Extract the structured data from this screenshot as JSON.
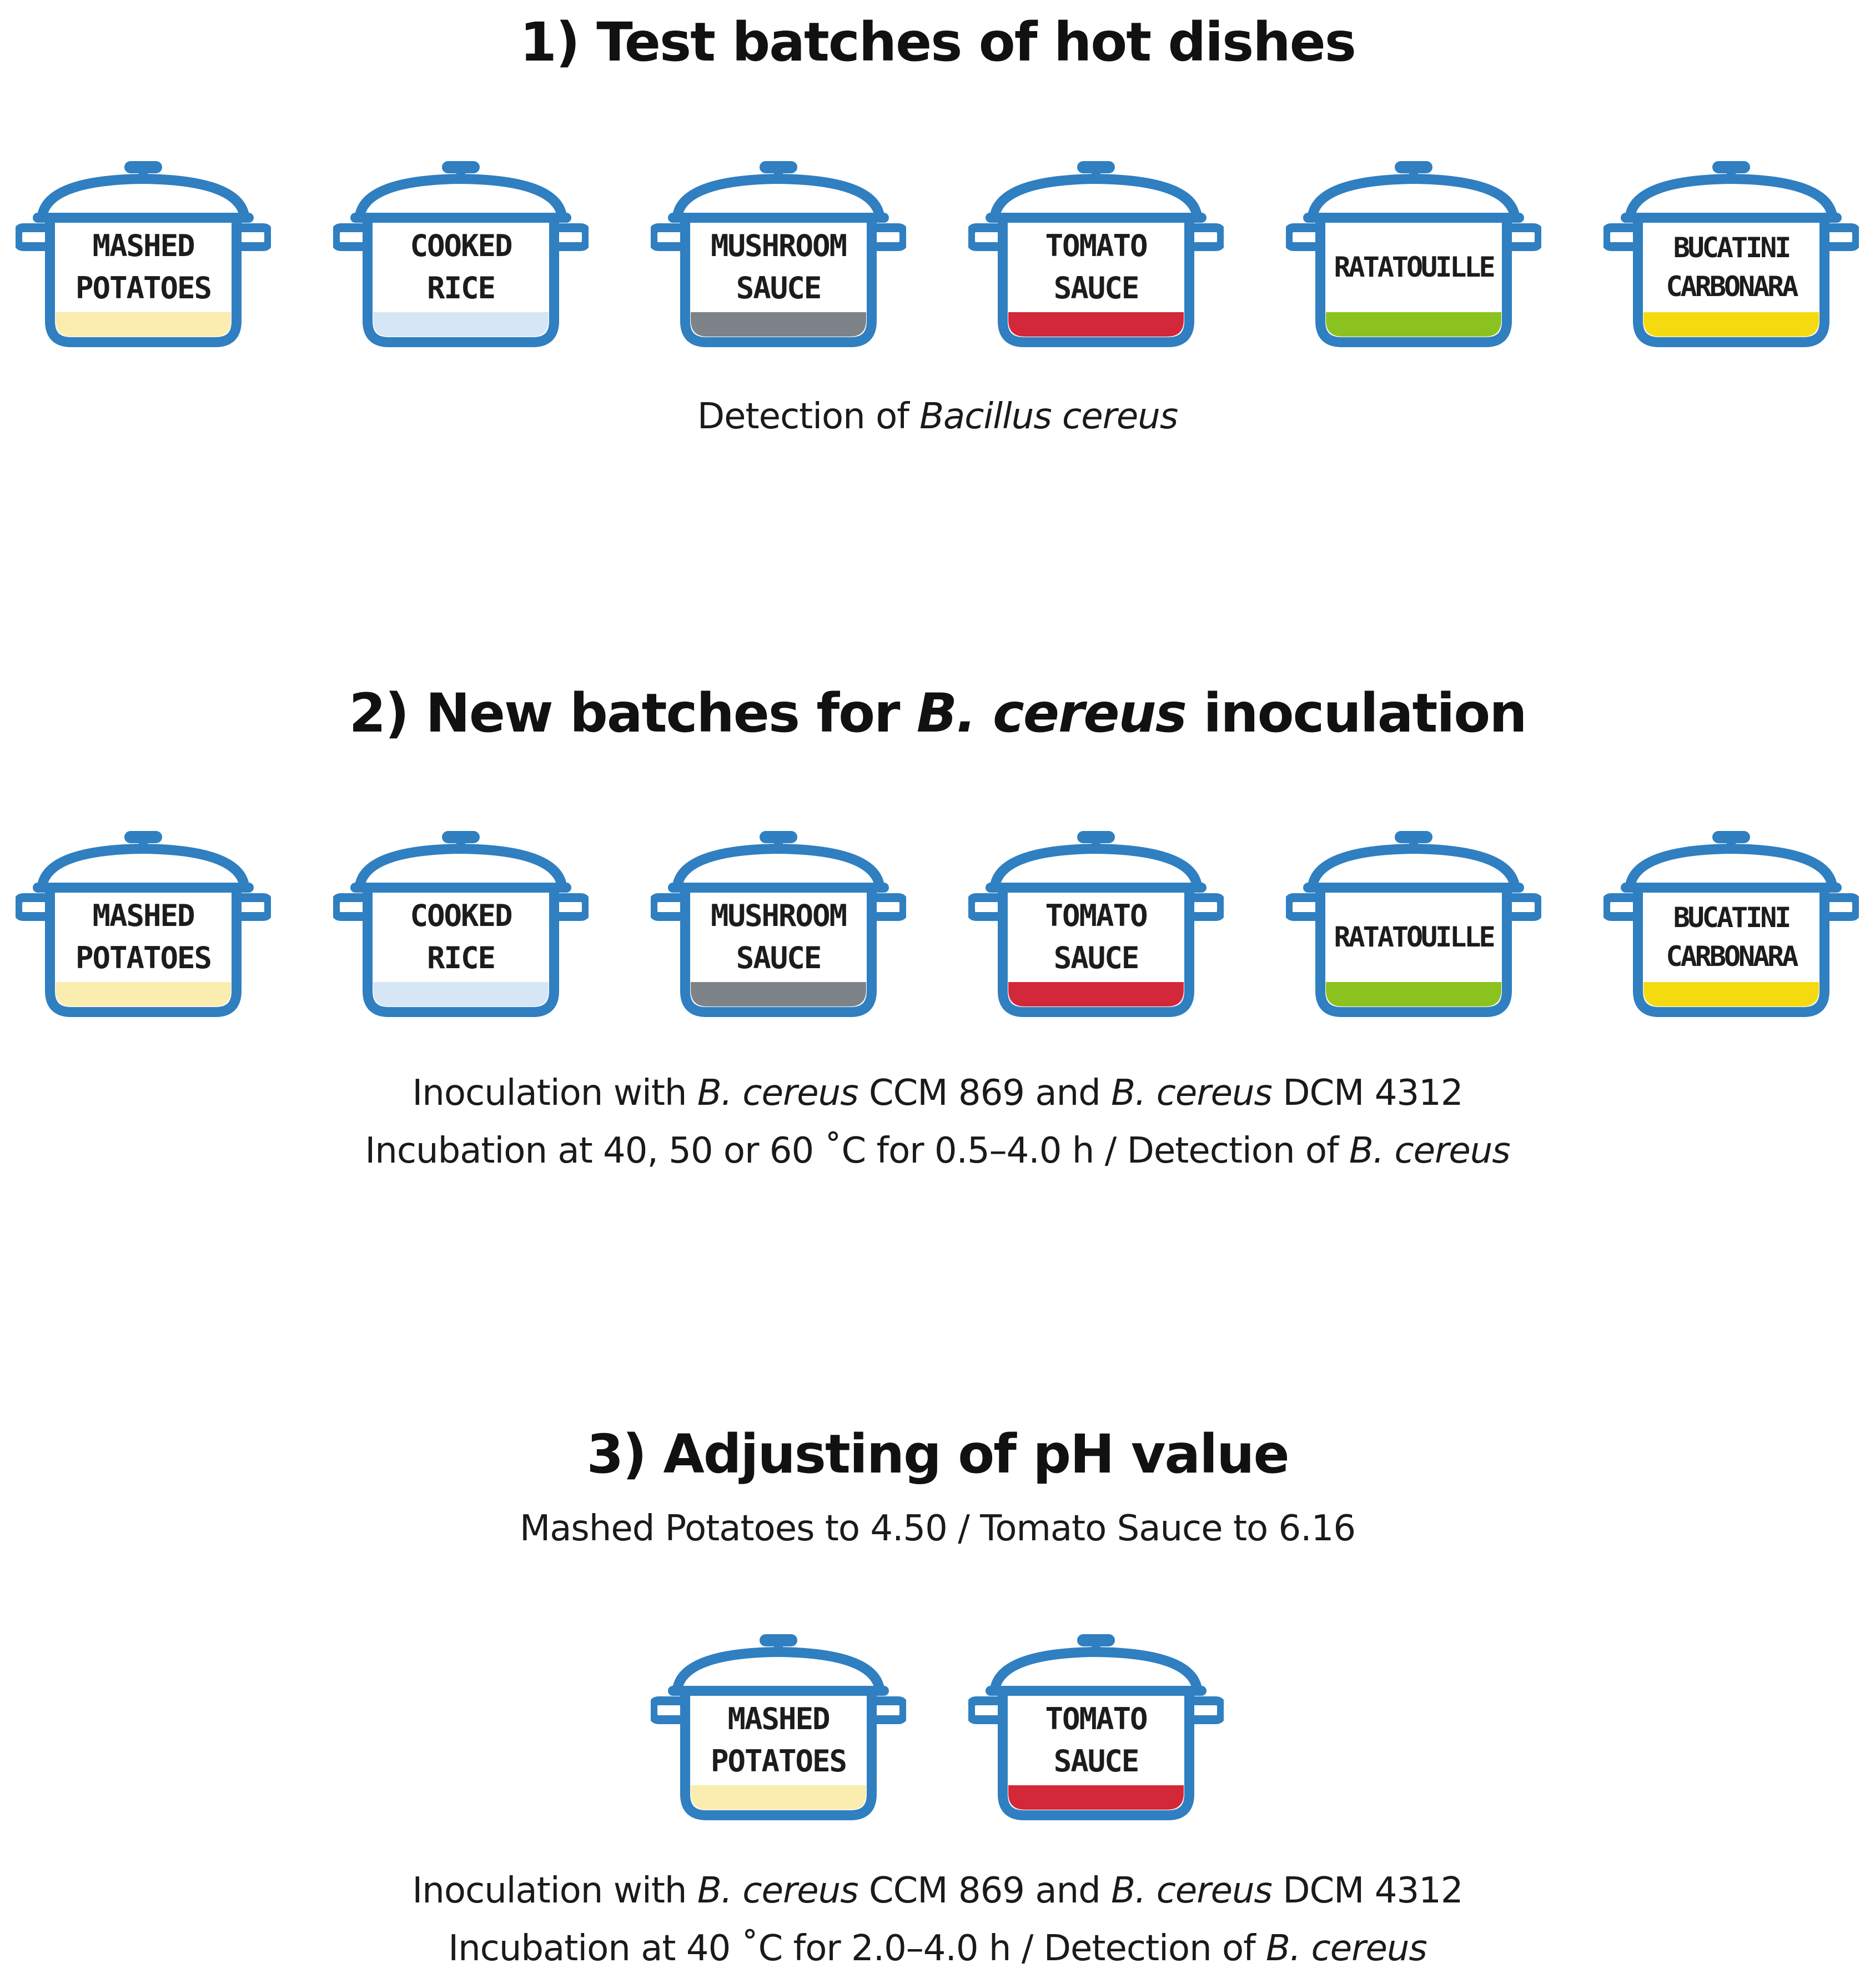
{
  "colors": {
    "pot_outline": "#2f7fc1",
    "mashed_potatoes": "#fbecb0",
    "cooked_rice": "#d7e6f4",
    "mushroom_sauce": "#7d8388",
    "tomato_sauce": "#d2283a",
    "ratatouille": "#8cc21f",
    "bucatini_carbonara": "#f6da10"
  },
  "section1": {
    "title": "1)  Test batches of hot dishes",
    "caption_prefix": "Detection of ",
    "caption_italic": "Bacillus cereus",
    "pots": [
      {
        "line1": "MASHED",
        "line2": "POTATOES",
        "fill": "mashed_potatoes"
      },
      {
        "line1": "COOKED",
        "line2": "RICE",
        "fill": "cooked_rice"
      },
      {
        "line1": "MUSHROOM",
        "line2": "SAUCE",
        "fill": "mushroom_sauce"
      },
      {
        "line1": "TOMATO",
        "line2": "SAUCE",
        "fill": "tomato_sauce"
      },
      {
        "line1": "RATATOUILLE",
        "line2": "",
        "fill": "ratatouille"
      },
      {
        "line1": "BUCATINI",
        "line2": "CARBONARA",
        "fill": "bucatini_carbonara"
      }
    ]
  },
  "section2": {
    "title_prefix": "2) New batches for ",
    "title_italic": "B. cereus",
    "title_suffix": " inoculation",
    "caption1": {
      "p1": "Inoculation with ",
      "i1": "B. cereus",
      "p2": " CCM 869 and ",
      "i2": "B. cereus",
      "p3": " DCM 4312"
    },
    "caption2": {
      "p1": "Incubation at 40, 50 or 60 ˚C for 0.5–4.0 h / Detection of ",
      "i1": "B. cereus"
    },
    "pots": [
      {
        "line1": "MASHED",
        "line2": "POTATOES",
        "fill": "mashed_potatoes"
      },
      {
        "line1": "COOKED",
        "line2": "RICE",
        "fill": "cooked_rice"
      },
      {
        "line1": "MUSHROOM",
        "line2": "SAUCE",
        "fill": "mushroom_sauce"
      },
      {
        "line1": "TOMATO",
        "line2": "SAUCE",
        "fill": "tomato_sauce"
      },
      {
        "line1": "RATATOUILLE",
        "line2": "",
        "fill": "ratatouille"
      },
      {
        "line1": "BUCATINI",
        "line2": "CARBONARA",
        "fill": "bucatini_carbonara"
      }
    ]
  },
  "section3": {
    "title": "3) Adjusting of pH value",
    "subtitle": "Mashed Potatoes to 4.50 / Tomato Sauce to 6.16",
    "caption1": {
      "p1": "Inoculation with ",
      "i1": "B. cereus",
      "p2": " CCM 869 and ",
      "i2": "B. cereus",
      "p3": " DCM 4312"
    },
    "caption2": {
      "p1": "Incubation at 40 ˚C for 2.0–4.0 h / Detection of ",
      "i1": "B. cereus"
    },
    "pots": [
      {
        "line1": "MASHED",
        "line2": "POTATOES",
        "fill": "mashed_potatoes"
      },
      {
        "line1": "TOMATO",
        "line2": "SAUCE",
        "fill": "tomato_sauce"
      }
    ]
  }
}
